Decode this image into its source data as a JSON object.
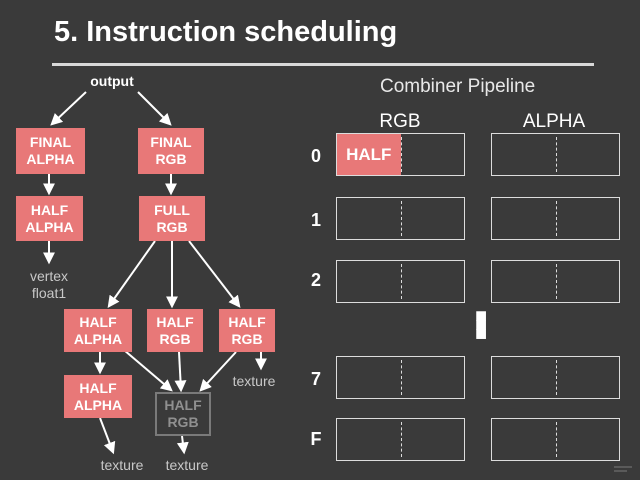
{
  "title": "5. Instruction scheduling",
  "tree": {
    "output_label": "output",
    "nodes": {
      "final_alpha": [
        "FINAL",
        "ALPHA"
      ],
      "final_rgb": [
        "FINAL",
        "RGB"
      ],
      "half_alpha_top": [
        "HALF",
        "ALPHA"
      ],
      "full_rgb": [
        "FULL",
        "RGB"
      ],
      "half_alpha_mid": [
        "HALF",
        "ALPHA"
      ],
      "half_rgb_mid": [
        "HALF",
        "RGB"
      ],
      "half_rgb_right": [
        "HALF",
        "RGB"
      ],
      "half_alpha_low": [
        "HALF",
        "ALPHA"
      ],
      "half_rgb_ghost": [
        "HALF",
        "RGB"
      ]
    },
    "leaves": {
      "vertex": [
        "vertex",
        "float1"
      ],
      "texture_right": "texture",
      "texture_bottom_left": "texture",
      "texture_bottom_right": "texture"
    }
  },
  "pipeline": {
    "title": "Combiner Pipeline",
    "columns": [
      "RGB",
      "ALPHA"
    ],
    "stages": [
      "0",
      "1",
      "2",
      "7",
      "F"
    ],
    "filled_slot_label": "HALF",
    "ellipsis": "⋮"
  },
  "colors": {
    "background": "#3a3a3a",
    "node": "#e87878",
    "line": "#ffffff",
    "ghost_border": "#7a7a7a"
  }
}
